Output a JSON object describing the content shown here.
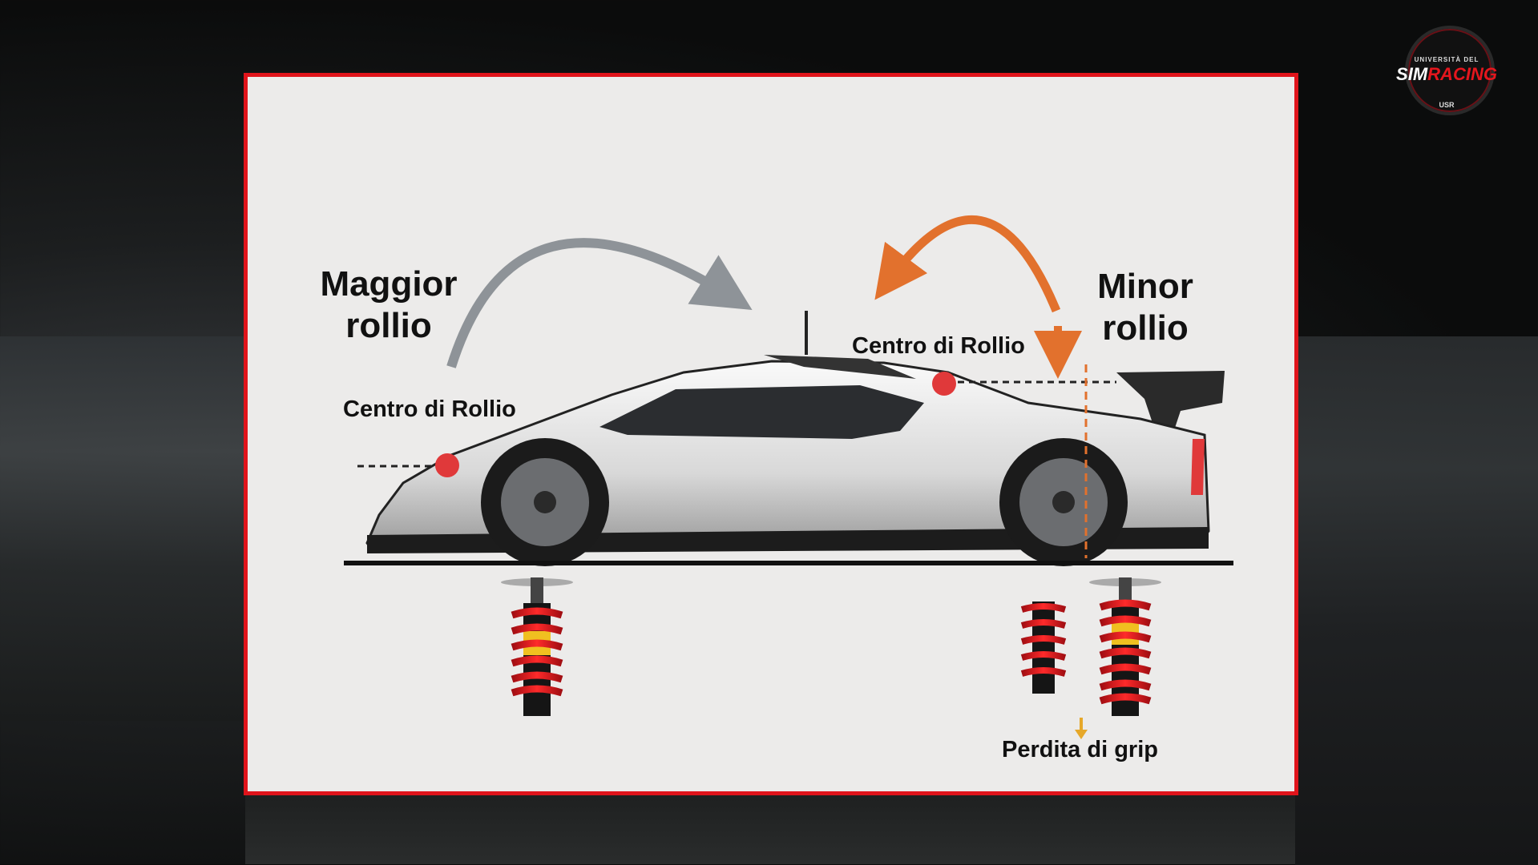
{
  "logo": {
    "top_text": "UNIVERSITÀ DEL",
    "brand_sim": "SIM",
    "brand_racing": "RACING",
    "badge": "USR"
  },
  "diagram": {
    "left_heading_line1": "Maggior",
    "left_heading_line2": "rollio",
    "right_heading_line1": "Minor",
    "right_heading_line2": "rollio",
    "left_roll_center_label": "Centro di Rollio",
    "right_roll_center_label": "Centro di Rollio",
    "grip_loss_label": "Perdita di grip"
  },
  "colors": {
    "frame": "#e0141b",
    "gray_arrow": "#8e9398",
    "orange_arrow": "#e2712d",
    "roll_center_dot": "#e0393a",
    "spring": "#e0141b",
    "grip_arrow": "#e6a82a"
  }
}
